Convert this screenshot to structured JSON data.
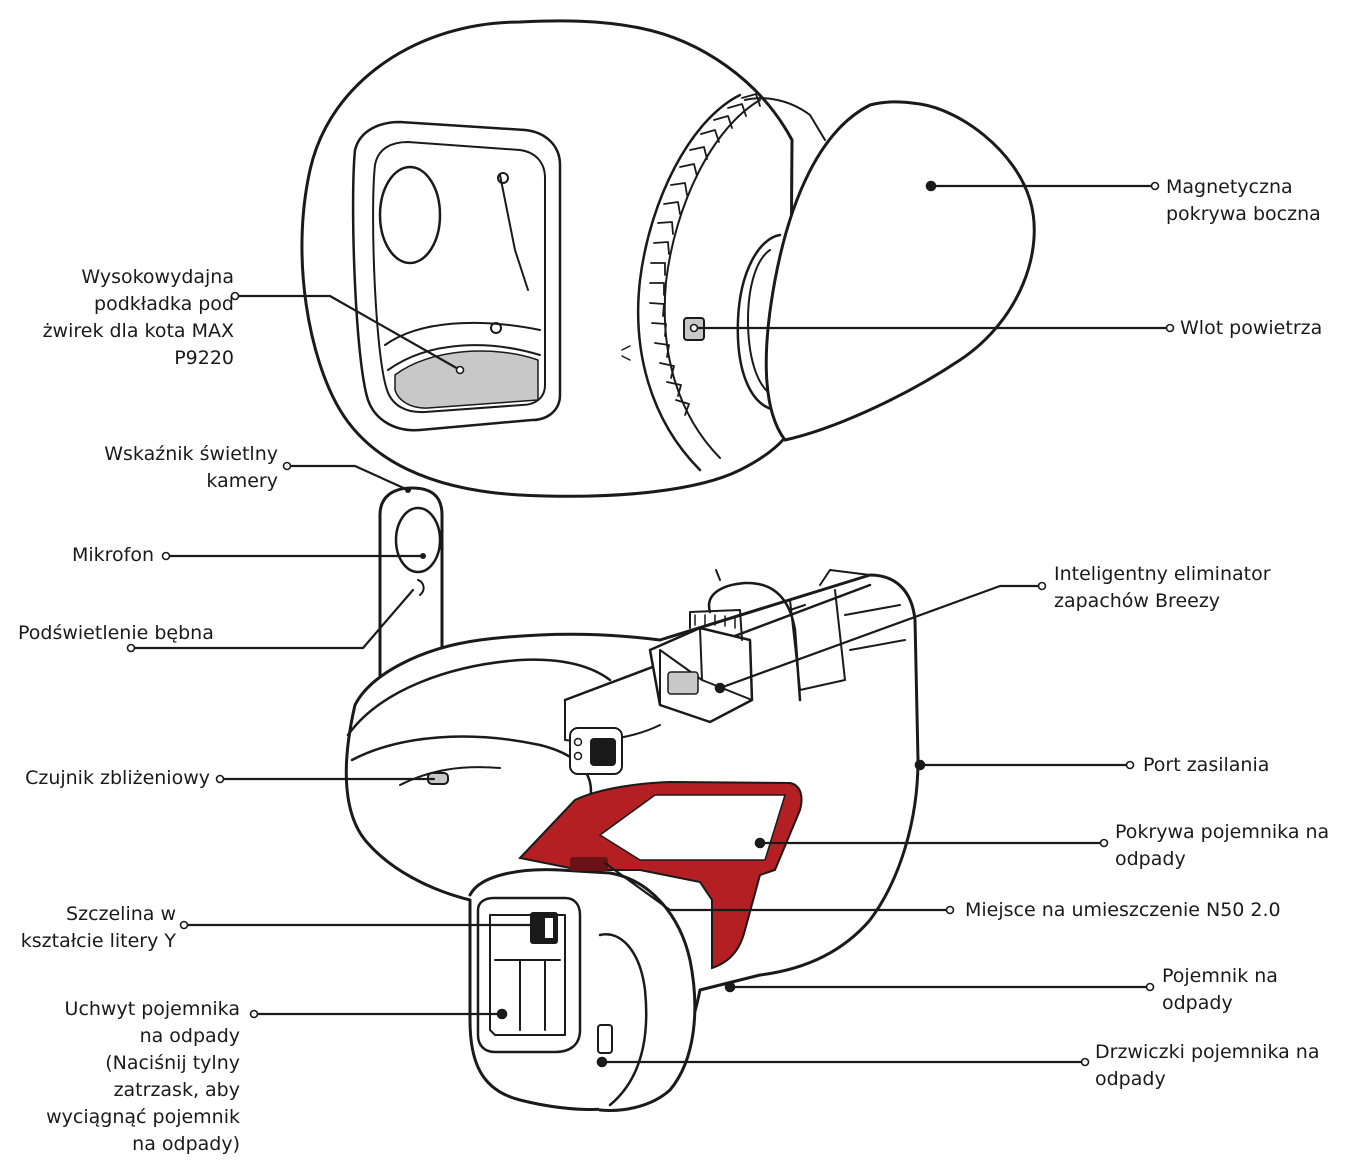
{
  "colors": {
    "ink": "#1a1a1a",
    "accent": "#b41f24",
    "mesh": "#c8c8c8",
    "background": "#ffffff"
  },
  "labels": {
    "magnetic_side_cover": "Magnetyczna\npokrywa boczna",
    "air_inlet": "Wlot powietrza",
    "litter_mat": "Wysokowydajna\npodkładka pod\nżwirek dla kota MAX\nP9220",
    "camera_light_indicator": "Wskaźnik świetlny\nkamery",
    "microphone": "Mikrofon",
    "drum_backlight": "Podświetlenie bębna",
    "odor_eliminator": "Inteligentny eliminator\nzapachów Breezy",
    "proximity_sensor": "Czujnik zbliżeniowy",
    "power_port": "Port zasilania",
    "waste_bin_cover": "Pokrywa pojemnika na\nodpady",
    "n50_slot": "Miejsce na umieszczenie N50 2.0",
    "y_slot": "Szczelina w\nkształcie litery Y",
    "waste_bin": "Pojemnik na\nodpady",
    "waste_bin_handle": "Uchwyt pojemnika\nna odpady\n(Naciśnij tylny\nzatrzask, aby\nwyciągnąć pojemnik\nna odpady)",
    "waste_bin_door": "Drzwiczki pojemnika na\nodpady"
  }
}
